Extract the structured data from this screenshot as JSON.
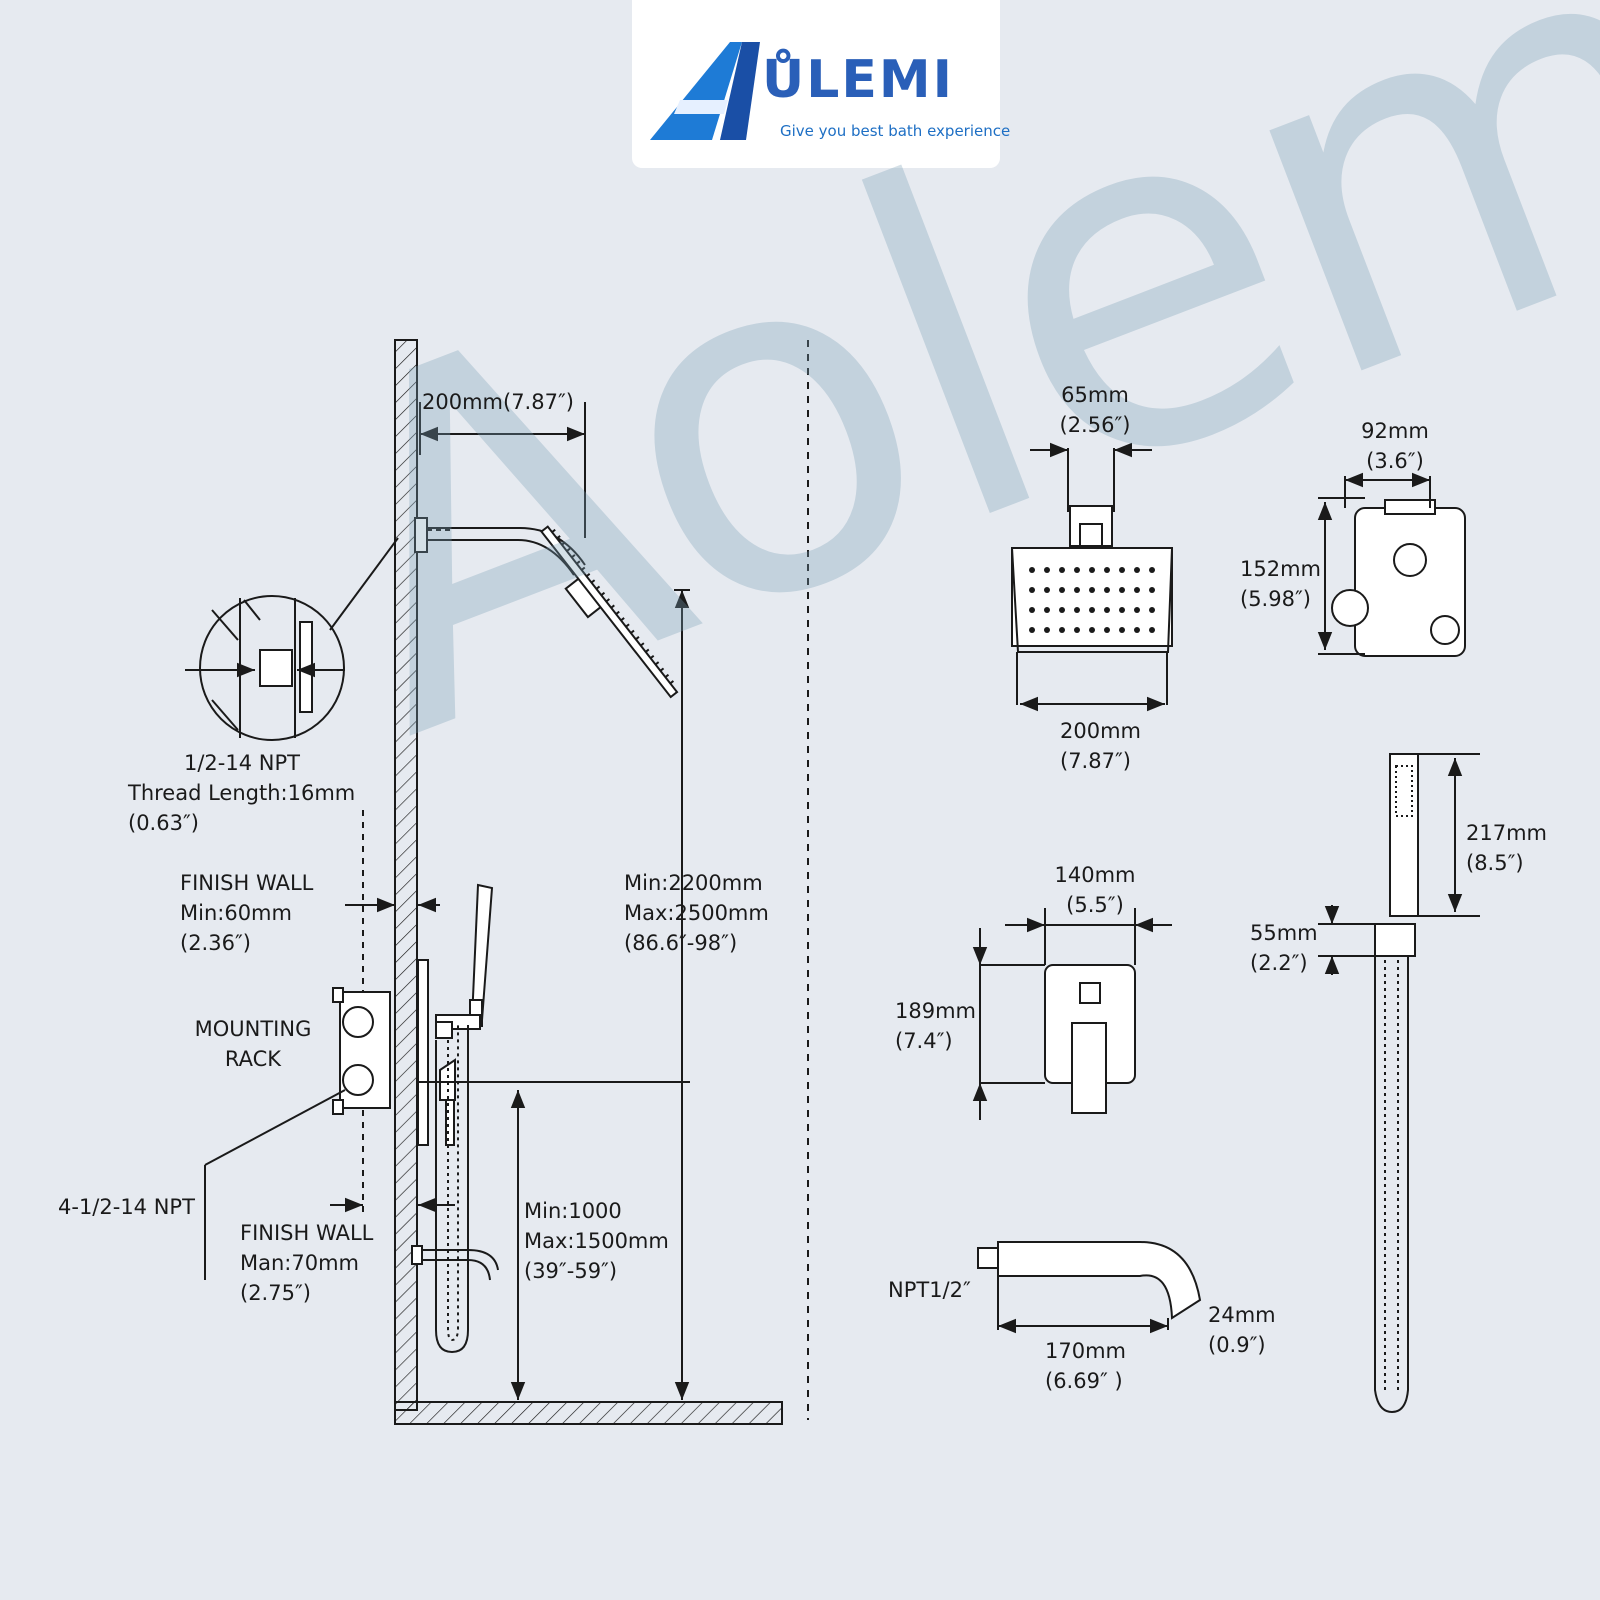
{
  "brand": {
    "name": "ŮLEMI",
    "tagline": "Give you best bath experience"
  },
  "watermark": "Aolemi",
  "labels": {
    "arm_len": "200mm(7.87″)",
    "thread_1": "1/2-14 NPT",
    "thread_2": "Thread Length:16mm",
    "thread_3": "(0.63″)",
    "fw1_1": "FINISH WALL",
    "fw1_2": "Min:60mm",
    "fw1_3": "(2.36″)",
    "rack_1": "MOUNTING",
    "rack_2": "RACK",
    "npt4": "4-1/2-14 NPT",
    "fw2_1": "FINISH WALL",
    "fw2_2": "Man:70mm",
    "fw2_3": "(2.75″)",
    "height_1": "Min:2200mm",
    "height_2": "Max:2500mm",
    "height_3": "(86.6″-98″)",
    "valve_h_1": "Min:1000",
    "valve_h_2": "Max:1500mm",
    "valve_h_3": "(39″-59″)",
    "sh_neck_1": "65mm",
    "sh_neck_2": "(2.56″)",
    "sh_w_1": "200mm",
    "sh_w_2": "(7.87″)",
    "valve_w_1": "92mm",
    "valve_w_2": "(3.6″)",
    "valve_hh_1": "152mm",
    "valve_hh_2": "(5.98″)",
    "trim_w_1": "140mm",
    "trim_w_2": "(5.5″)",
    "trim_h_1": "189mm",
    "trim_h_2": "(7.4″)",
    "hand_h_1": "217mm",
    "hand_h_2": "(8.5″)",
    "holder_1": "55mm",
    "holder_2": "(2.2″)",
    "spout_npt": "NPT1/2″",
    "spout_len_1": "170mm",
    "spout_len_2": "(6.69″ )",
    "spout_h_1": "24mm",
    "spout_h_2": "(0.9″)"
  },
  "colors": {
    "line": "#1a1a1a",
    "background": "#e6eaf0",
    "brand_blue": "#2a5fb8"
  }
}
